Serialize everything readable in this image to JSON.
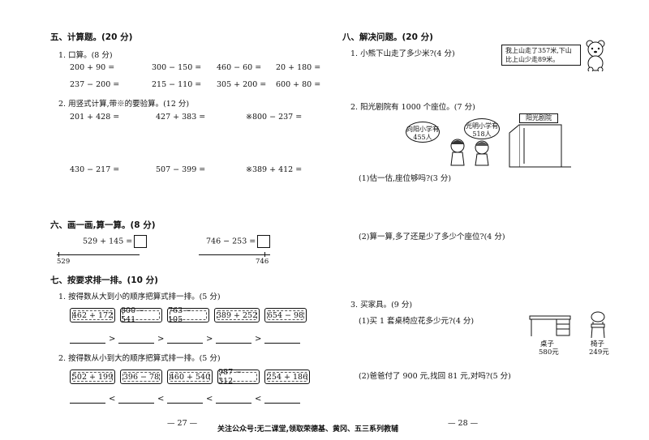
{
  "left": {
    "s5": {
      "title": "五、计算题。(20 分)",
      "q1": "1. 口算。(8 分)",
      "mental": [
        [
          "200 + 90 =",
          "300 − 150 =",
          "460 − 60 =",
          "20 + 180 ="
        ],
        [
          "237 − 200 =",
          "215 − 110 =",
          "305 + 200 =",
          "600 + 80 ="
        ]
      ],
      "q2": "2. 用竖式计算,带※的要验算。(12 分)",
      "vertical": [
        [
          "201 + 428 =",
          "427 + 383 =",
          "※800 − 237 ="
        ],
        [
          "430 − 217 =",
          "507 − 399 =",
          "※389 + 412 ="
        ]
      ]
    },
    "s6": {
      "title": "六、画一画,算一算。(8 分)",
      "expr1": "529 + 145 =",
      "expr2": "746 − 253 =",
      "tick1": "529",
      "tick2": "746"
    },
    "s7": {
      "title": "七、按要求排一排。(10 分)",
      "q1": "1. 按得数从大到小的顺序把算式排一排。(5 分)",
      "cards1": [
        "462 + 172",
        "800 − 541",
        "763 − 105",
        "389 + 252",
        "654 − 98"
      ],
      "sym1": ">",
      "q2": "2. 按得数从小到大的顺序把算式排一排。(5 分)",
      "cards2": [
        "502 + 199",
        "396 − 78",
        "460 + 540",
        "987 − 312",
        "254 + 186"
      ],
      "sym2": "<"
    },
    "page_num": "— 27 —"
  },
  "right": {
    "s8": {
      "title": "八、解决问题。(20 分)",
      "q1": "1. 小熊下山走了多少米?(4 分)",
      "q1_note": "我上山走了357米,下山比上山少走89米。",
      "q2": "2. 阳光剧院有 1000 个座位。(7 分)",
      "bubble1": "向阳小学有455人",
      "bubble2": "光明小学有518人",
      "theater": "阳光剧院",
      "q2a": "(1)估一估,座位够吗?(3 分)",
      "q2b": "(2)算一算,多了还是少了多少个座位?(4 分)",
      "q3": "3. 买家具。(9 分)",
      "q3a": "(1)买 1 套桌椅应花多少元?(4 分)",
      "q3b": "(2)爸爸付了 900 元,找回 81 元,对吗?(5 分)",
      "desk_label": "桌子",
      "desk_price": "580元",
      "chair_label": "椅子",
      "chair_price": "249元"
    },
    "page_num": "— 28 —"
  },
  "footer": "关注公众号:无二课堂,领取荣德基、黄冈、五三系列教辅"
}
